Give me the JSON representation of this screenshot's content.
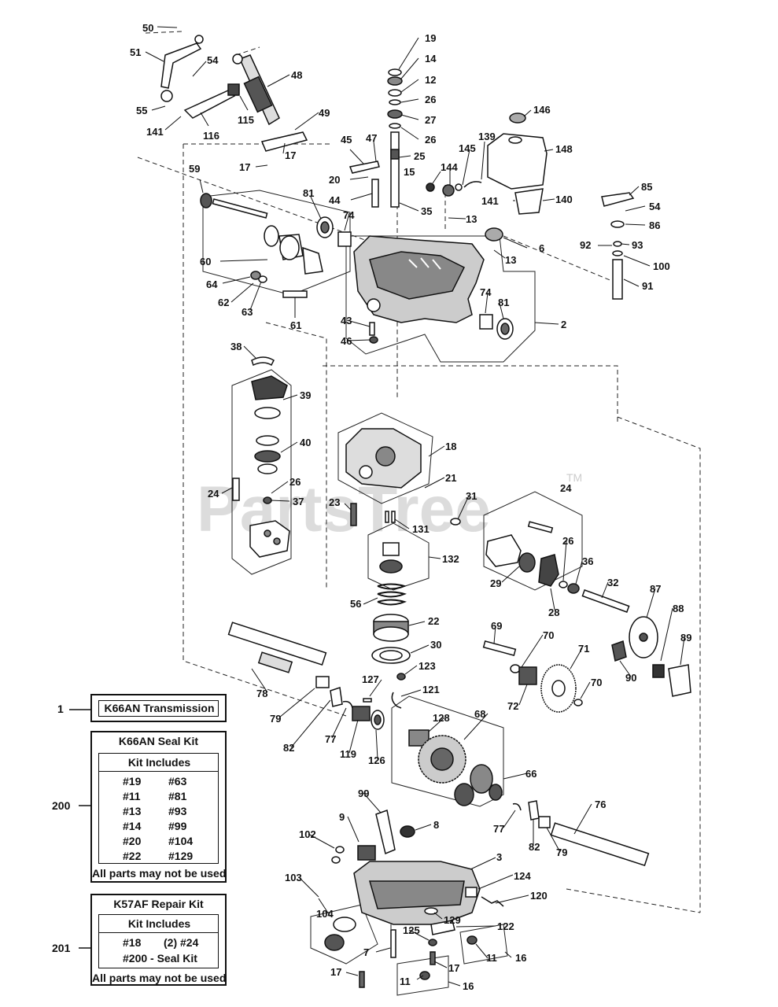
{
  "watermark": "PartsTree",
  "watermark_tm": "TM",
  "callouts": [
    {
      "id": "50"
    },
    {
      "id": "51"
    },
    {
      "id": "54"
    },
    {
      "id": "55"
    },
    {
      "id": "141"
    },
    {
      "id": "116"
    },
    {
      "id": "115"
    },
    {
      "id": "48"
    },
    {
      "id": "49"
    },
    {
      "id": "17"
    },
    {
      "id": "19"
    },
    {
      "id": "14"
    },
    {
      "id": "12"
    },
    {
      "id": "26"
    },
    {
      "id": "27"
    },
    {
      "id": "45"
    },
    {
      "id": "47"
    },
    {
      "id": "25"
    },
    {
      "id": "20"
    },
    {
      "id": "44"
    },
    {
      "id": "15"
    },
    {
      "id": "35"
    },
    {
      "id": "13"
    },
    {
      "id": "139"
    },
    {
      "id": "145"
    },
    {
      "id": "144"
    },
    {
      "id": "146"
    },
    {
      "id": "148"
    },
    {
      "id": "140"
    },
    {
      "id": "6"
    },
    {
      "id": "85"
    },
    {
      "id": "86"
    },
    {
      "id": "92"
    },
    {
      "id": "93"
    },
    {
      "id": "100"
    },
    {
      "id": "91"
    },
    {
      "id": "59"
    },
    {
      "id": "81"
    },
    {
      "id": "74"
    },
    {
      "id": "60"
    },
    {
      "id": "64"
    },
    {
      "id": "62"
    },
    {
      "id": "63"
    },
    {
      "id": "61"
    },
    {
      "id": "43"
    },
    {
      "id": "46"
    },
    {
      "id": "2"
    },
    {
      "id": "38"
    },
    {
      "id": "39"
    },
    {
      "id": "40"
    },
    {
      "id": "37"
    },
    {
      "id": "24"
    },
    {
      "id": "18"
    },
    {
      "id": "21"
    },
    {
      "id": "31"
    },
    {
      "id": "23"
    },
    {
      "id": "131"
    },
    {
      "id": "132"
    },
    {
      "id": "29"
    },
    {
      "id": "28"
    },
    {
      "id": "36"
    },
    {
      "id": "32"
    },
    {
      "id": "87"
    },
    {
      "id": "88"
    },
    {
      "id": "89"
    },
    {
      "id": "90"
    },
    {
      "id": "56"
    },
    {
      "id": "22"
    },
    {
      "id": "30"
    },
    {
      "id": "123"
    },
    {
      "id": "127"
    },
    {
      "id": "121"
    },
    {
      "id": "69"
    },
    {
      "id": "70"
    },
    {
      "id": "71"
    },
    {
      "id": "72"
    },
    {
      "id": "78"
    },
    {
      "id": "79"
    },
    {
      "id": "82"
    },
    {
      "id": "77"
    },
    {
      "id": "119"
    },
    {
      "id": "126"
    },
    {
      "id": "128"
    },
    {
      "id": "68"
    },
    {
      "id": "66"
    },
    {
      "id": "76"
    },
    {
      "id": "99"
    },
    {
      "id": "9"
    },
    {
      "id": "8"
    },
    {
      "id": "102"
    },
    {
      "id": "3"
    },
    {
      "id": "124"
    },
    {
      "id": "120"
    },
    {
      "id": "103"
    },
    {
      "id": "104"
    },
    {
      "id": "129"
    },
    {
      "id": "122"
    },
    {
      "id": "125"
    },
    {
      "id": "7"
    },
    {
      "id": "11"
    },
    {
      "id": "16"
    }
  ],
  "legend": {
    "transmission": {
      "ref": "1",
      "label": "K66AN Transmission"
    },
    "seal_kit": {
      "ref": "200",
      "title": "K66AN Seal Kit",
      "includes_label": "Kit Includes",
      "rows": [
        [
          "#19",
          "#63"
        ],
        [
          "#11",
          "#81"
        ],
        [
          "#13",
          "#93"
        ],
        [
          "#14",
          "#99"
        ],
        [
          "#20",
          "#104"
        ],
        [
          "#22",
          "#129"
        ]
      ],
      "footer": "All parts may not be used"
    },
    "repair_kit": {
      "ref": "201",
      "title": "K57AF Repair Kit",
      "includes_label": "Kit Includes",
      "rows": [
        [
          "#18",
          "(2) #24"
        ],
        [
          "#200 - Seal Kit",
          ""
        ]
      ],
      "footer": "All parts may not be used"
    }
  }
}
